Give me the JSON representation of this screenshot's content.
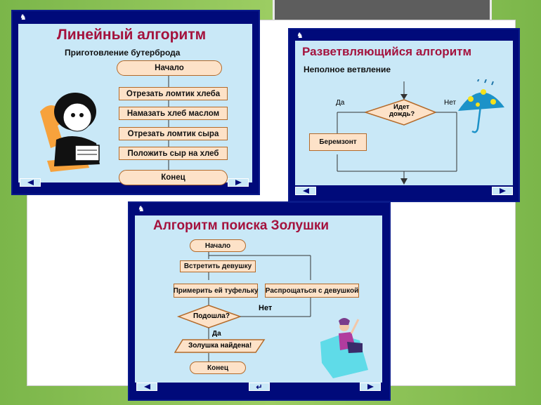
{
  "slides": {
    "linear": {
      "title": "Линейный алгоритм",
      "subtitle": "Приготовление бутерброда",
      "steps": [
        "Начало",
        "Отрезать ломтик хлеба",
        "Намазать хлеб маслом",
        "Отрезать ломтик сыра",
        "Положить сыр на хлеб",
        "Конец"
      ]
    },
    "branch": {
      "title": "Разветвляющийся алгоритм",
      "subtitle": "Неполное ветвление",
      "yes": "Да",
      "no": "Нет",
      "condition_line1": "Идет",
      "condition_line2": "дождь?",
      "action": "Беремзонт"
    },
    "cinderella": {
      "title": "Алгоритм поиска Золушки",
      "start": "Начало",
      "meet": "Встретить девушку",
      "try": "Примерить ей туфельку",
      "bye": "Распрощаться с девушкой",
      "cond": "Подошла?",
      "no": "Нет",
      "yes": "Да",
      "found": "Золушка найдена!",
      "end": "Конец"
    }
  },
  "colors": {
    "title": "#a4123d",
    "slide_frame": "#000a7a",
    "slide_bg": "#c9e8f7",
    "box_fill": "#fde2c8",
    "box_border": "#b36a2a"
  },
  "icons": [
    "bird-icon",
    "prev-arrow-icon",
    "next-arrow-icon",
    "return-arrow-icon",
    "umbrella-icon"
  ]
}
